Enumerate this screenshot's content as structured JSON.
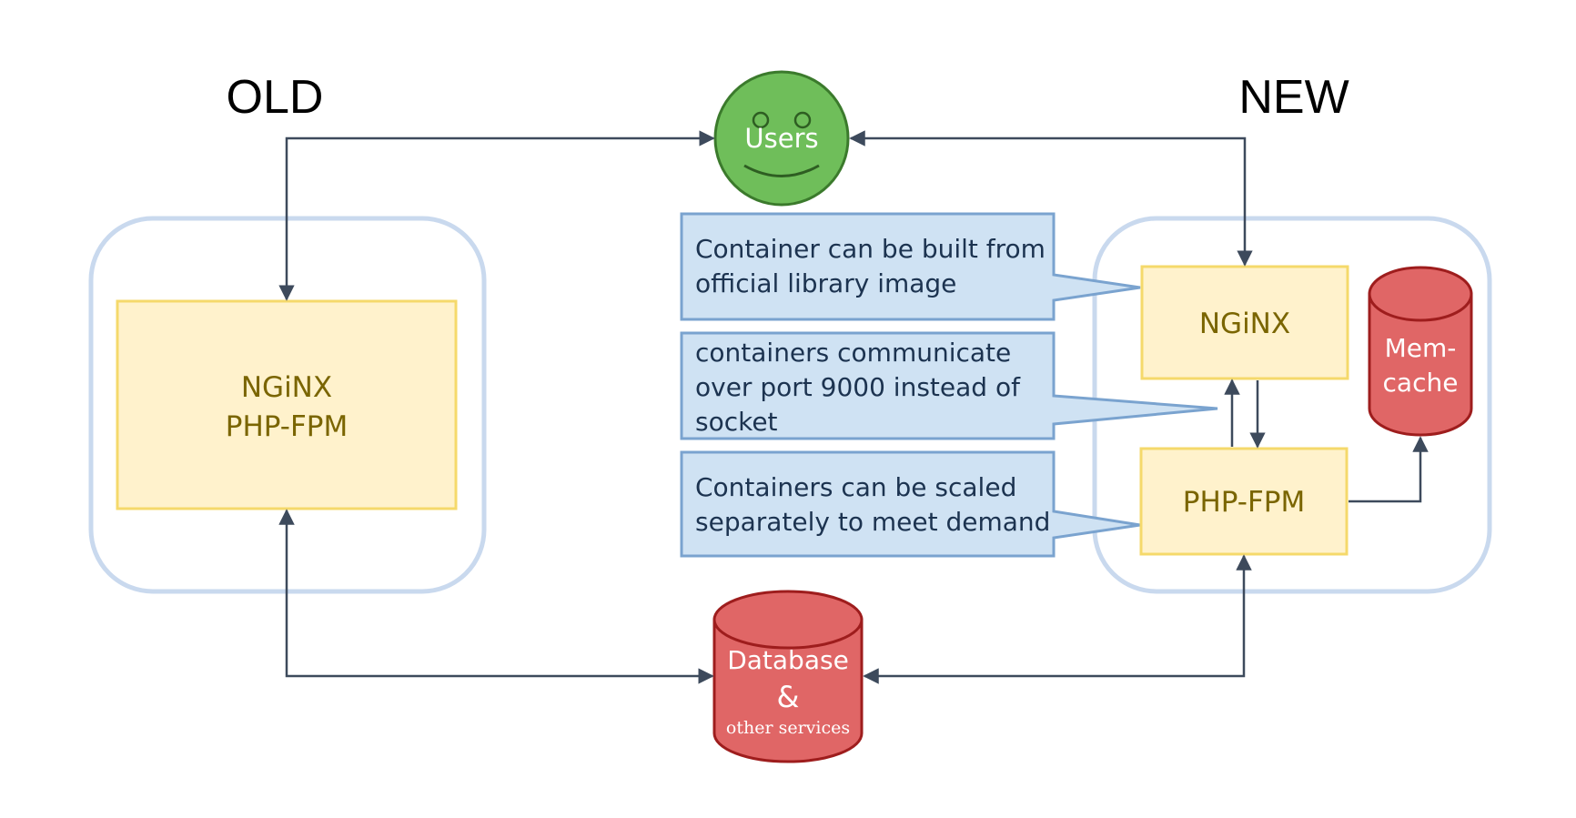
{
  "headings": {
    "old": "OLD",
    "new": "NEW"
  },
  "users": {
    "label": "Users",
    "icon": "smiley-face-icon"
  },
  "old_stack": {
    "line1": "NGiNX",
    "line2": "PHP-FPM"
  },
  "new_stack": {
    "nginx": "NGiNX",
    "phpfpm": "PHP-FPM",
    "memcache_line1": "Mem-",
    "memcache_line2": "cache"
  },
  "database": {
    "line1": "Database",
    "line2": "&",
    "line3": "other services"
  },
  "callouts": [
    {
      "lines": [
        "Container can be built from",
        "official library image"
      ]
    },
    {
      "lines": [
        "containers communicate",
        "over port 9000 instead of",
        "socket"
      ]
    },
    {
      "lines": [
        "Containers can be scaled",
        "separately to meet demand"
      ]
    }
  ],
  "colors": {
    "container_border": "#c9d9ee",
    "yellow_fill": "#fff2cc",
    "yellow_border": "#f5d96b",
    "callout_fill": "#cfe2f3",
    "callout_border": "#7aa3cf",
    "red_fill": "#e06666",
    "red_border": "#9e1d1d",
    "green_fill": "#6fbe5a",
    "green_border": "#3b7a2c",
    "connector": "#3d4a5c"
  }
}
